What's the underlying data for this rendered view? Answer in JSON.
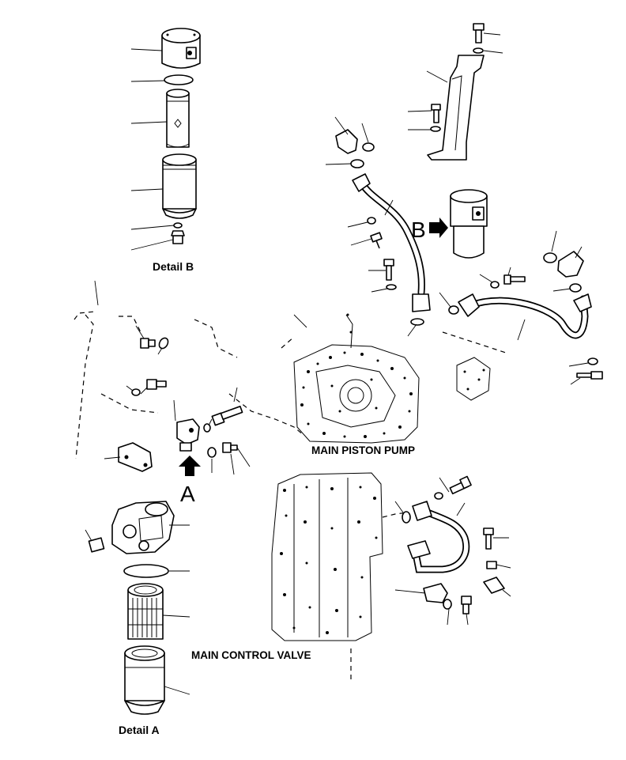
{
  "labels": {
    "detail_b": "Detail B",
    "detail_a": "Detail A",
    "main_piston_pump": "MAIN PISTON PUMP",
    "main_control_valve": "MAIN CONTROL VALVE",
    "view_a": "A",
    "view_b": "B"
  },
  "colors": {
    "ink": "#000000",
    "paper": "#ffffff"
  },
  "icons": {
    "view_a_arrow": "arrow-up-icon",
    "view_b_arrow": "arrow-right-icon"
  }
}
